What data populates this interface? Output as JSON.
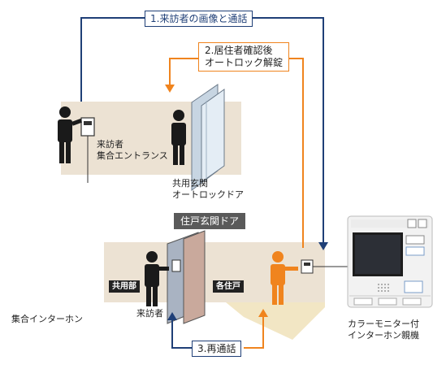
{
  "steps": {
    "step1": "1.来訪者の画像と通話",
    "step2_line1": "2.居住者確認後",
    "step2_line2": "オートロック解錠",
    "step3": "3.再通話"
  },
  "labels": {
    "visitor_entrance_line1": "来訪者",
    "visitor_entrance_line2": "集合エントランス",
    "common_door_line1": "共用玄関",
    "common_door_line2": "オートロックドア",
    "unit_door": "住戸玄関ドア",
    "common_area": "共用部",
    "each_unit": "各住戸",
    "visitor": "来訪者",
    "intercom_system": "集合インターホン",
    "monitor_line1": "カラーモニター付",
    "monitor_line2": "インターホン親機"
  },
  "colors": {
    "blue": "#1f3f77",
    "orange": "#f0841e",
    "wall": "#ece2d3",
    "door_gray": "#a9b3c2",
    "door_brown": "#c9a99c",
    "dark": "#222222"
  }
}
